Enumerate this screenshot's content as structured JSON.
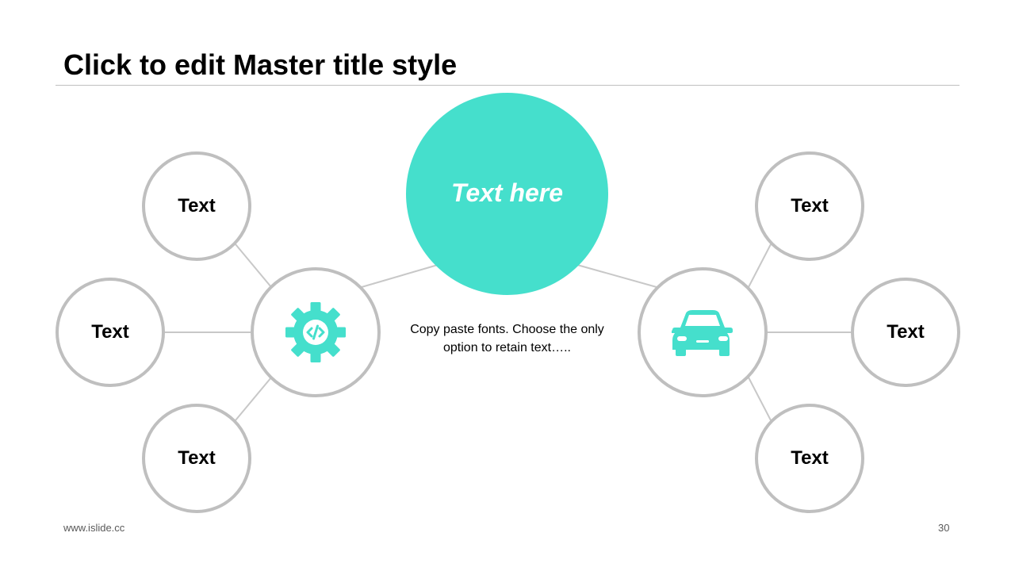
{
  "title": "Click to edit Master title style",
  "center": {
    "label": "Text here"
  },
  "description": {
    "line1": "Copy paste fonts. Choose the only",
    "line2": "option to retain text….."
  },
  "left_hub": {
    "icon": "gear-code-icon"
  },
  "right_hub": {
    "icon": "car-icon"
  },
  "left_nodes": [
    {
      "label": "Text"
    },
    {
      "label": "Text"
    },
    {
      "label": "Text"
    }
  ],
  "right_nodes": [
    {
      "label": "Text"
    },
    {
      "label": "Text"
    },
    {
      "label": "Text"
    }
  ],
  "footer": {
    "website": "www.islide.cc",
    "page_number": "30"
  },
  "colors": {
    "accent": "#45dfcc",
    "circle_border": "#bfbfbf",
    "connector": "#c8c8c8",
    "text": "#000000"
  }
}
